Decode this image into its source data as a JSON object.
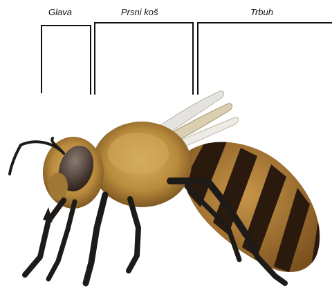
{
  "labels": {
    "head": "Glava",
    "thorax": "Prsni koš",
    "abdomen": "Trbuh"
  },
  "colors": {
    "bracket": "#111111",
    "fur": "#b88a3c",
    "fur_dark": "#6e4a1c",
    "stripe": "#2a1a0e",
    "leg": "#1e1a18",
    "eye": "#3a2a22",
    "wing": "#dcdad4"
  },
  "icons": {
    "subject": "honeybee-illustration"
  }
}
